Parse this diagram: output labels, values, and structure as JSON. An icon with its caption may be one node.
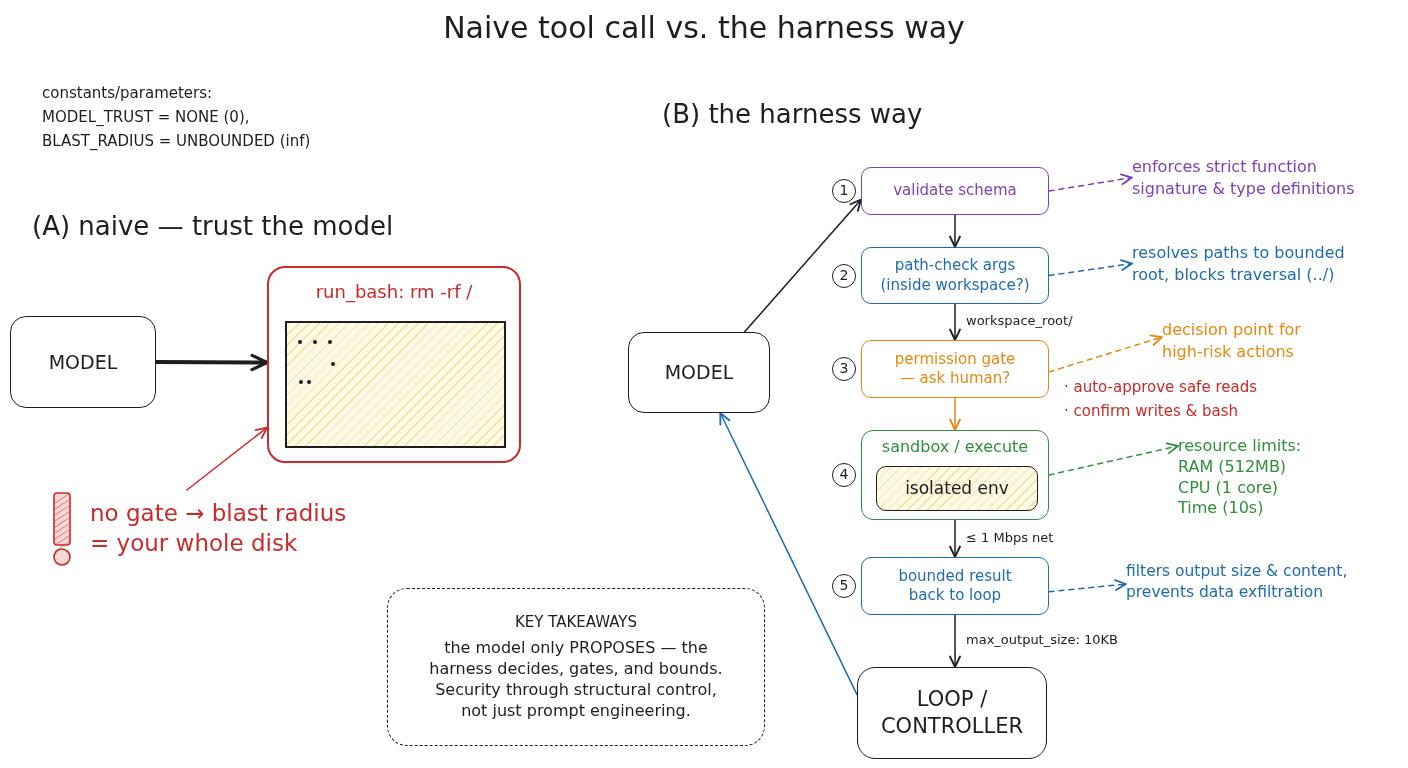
{
  "diagram": {
    "title": "Naive tool call vs. the harness way",
    "nodes": [
      {
        "text": [
          "MODEL"
        ]
      },
      {
        "text": [
          "run_bash: rm -rf /"
        ]
      },
      {
        "text": [],
        "shape": "box",
        "in": 1
      },
      {
        "text": [
          "no gate → blast radius = your whole disk"
        ]
      },
      {
        "text": [
          "MODEL"
        ]
      },
      {
        "text": [
          "validate schema"
        ],
        "beside": [
          "1"
        ]
      },
      {
        "text": [
          "path-check args (inside workspace?)"
        ],
        "beside": [
          "2"
        ]
      },
      {
        "text": [
          "permission gate — ask human?"
        ],
        "beside": [
          "3"
        ]
      },
      {
        "text": [
          "sandbox / execute"
        ],
        "beside": [
          "4"
        ]
      },
      {
        "text": [
          "isolated env"
        ],
        "in": 8
      },
      {
        "text": [
          "bounded result back to loop"
        ],
        "beside": [
          "5"
        ]
      },
      {
        "text": [
          "LOOP / CONTROLLER"
        ]
      },
      {
        "text": [
          "enforces strict function signature & type definitions"
        ]
      },
      {
        "text": [
          "resolves paths to bounded root, blocks traversal (../)"
        ]
      },
      {
        "text": [
          "decision point for high-risk actions"
        ]
      },
      {
        "text": [
          "resource limits:",
          "RAM (512MB)",
          "CPU (1 core)",
          "Time (10s)"
        ]
      },
      {
        "text": [
          "filters output size & content, prevents data exfiltration"
        ]
      },
      {
        "text": [
          "KEY TAKEAWAYS",
          "the model only PROPOSES — the harness decides, gates, and bounds. Security through structural control, not just prompt engineering."
        ]
      }
    ],
    "edges": [
      {
        "from": 0,
        "to": 1,
        "arrow": "to",
        "style": "thick"
      },
      {
        "from": 3,
        "to": 1,
        "arrow": "to",
        "color": "#c92a2a"
      },
      {
        "from": 4,
        "to": 5,
        "arrow": "to"
      },
      {
        "from": 5,
        "to": 6,
        "arrow": "to"
      },
      {
        "from": 6,
        "to": 7,
        "arrow": "to",
        "label": "workspace_root/"
      },
      {
        "from": 7,
        "to": 8,
        "arrow": "to",
        "color": "#e8870e"
      },
      {
        "from": 8,
        "to": 10,
        "arrow": "to",
        "label": "≤ 1 Mbps net"
      },
      {
        "from": 10,
        "to": 11,
        "arrow": "to",
        "label": "max_output_size: 10KB"
      },
      {
        "from": 11,
        "to": 4,
        "arrow": "to",
        "color": "#1e6bb0"
      },
      {
        "from": 5,
        "to": 12,
        "arrow": "to",
        "style": "dashed",
        "color": "#7e3fb8"
      },
      {
        "from": 6,
        "to": 13,
        "arrow": "to",
        "style": "dashed",
        "color": "#1e6bb0"
      },
      {
        "from": 7,
        "to": 14,
        "arrow": "to",
        "style": "dashed",
        "color": "#e8870e"
      },
      {
        "from": 8,
        "to": 15,
        "arrow": "to",
        "style": "dashed",
        "color": "#2f8f3a"
      },
      {
        "from": 10,
        "to": 16,
        "arrow": "to",
        "style": "dashed",
        "color": "#1e6bb0"
      }
    ],
    "labels": [
      "constants/parameters:",
      "MODEL_TRUST = NONE (0),",
      "BLAST_RADIUS = UNBOUNDED (inf)",
      "(A) naive — trust the model",
      "(B) the harness way",
      "· auto-approve safe reads",
      "· confirm writes & bash"
    ]
  }
}
